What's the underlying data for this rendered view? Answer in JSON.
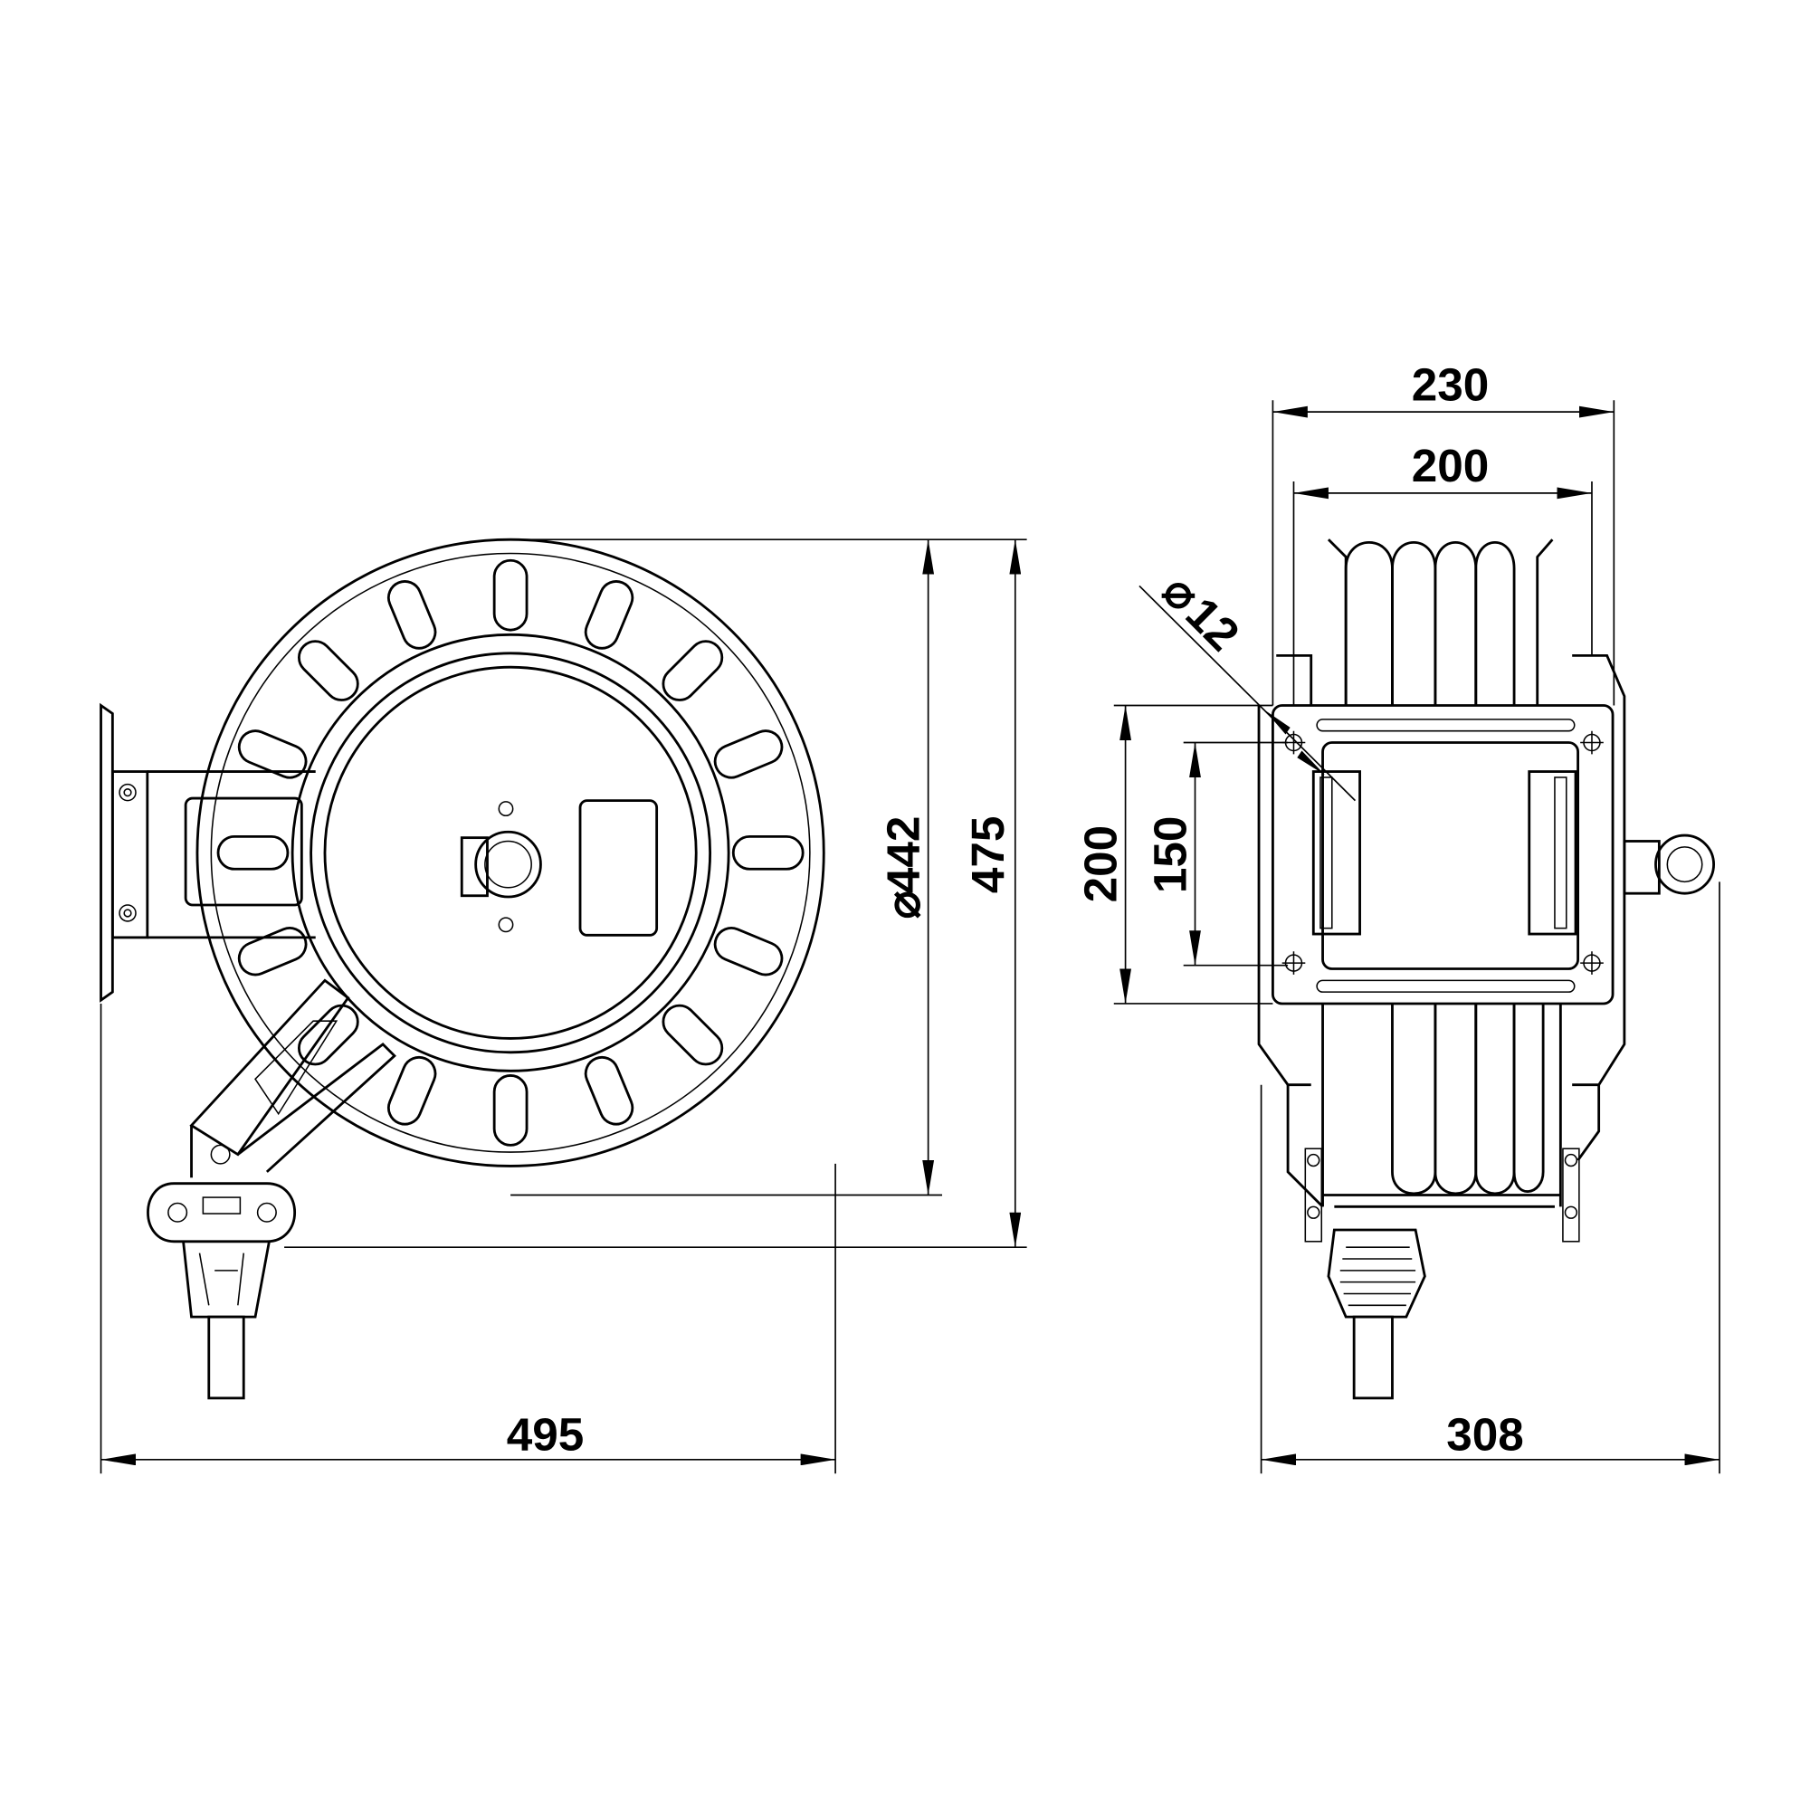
{
  "title": "Hose reel dimension drawing",
  "front_view": {
    "dim_width": "495",
    "dim_reel_diameter": "442",
    "diameter_symbol": "⌀",
    "dim_height": "475",
    "slot_count": 16
  },
  "side_view": {
    "dim_outer_width": "230",
    "dim_inner_width": "200",
    "dim_plate_height": "200",
    "dim_hole_spacing": "150",
    "dim_hole_diameter": "12",
    "diameter_symbol": "⌀",
    "dim_total_depth": "308"
  },
  "colors": {
    "line": "#000000",
    "background": "#ffffff"
  }
}
